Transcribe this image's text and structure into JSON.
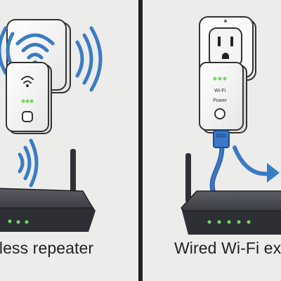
{
  "panels": {
    "left": {
      "caption": "eless repeater",
      "device": {
        "wifi_label": "Wi-Fi"
      }
    },
    "right": {
      "caption": "Wired Wi-Fi ext",
      "device": {
        "wifi_label": "Wi-Fi",
        "power_label": "Power"
      }
    }
  },
  "colors": {
    "background": "#ececea",
    "signal_blue": "#3a7cc4",
    "cable_blue": "#3b78c8",
    "router_body": "#3b3d42",
    "led_green": "#7bd36a"
  }
}
